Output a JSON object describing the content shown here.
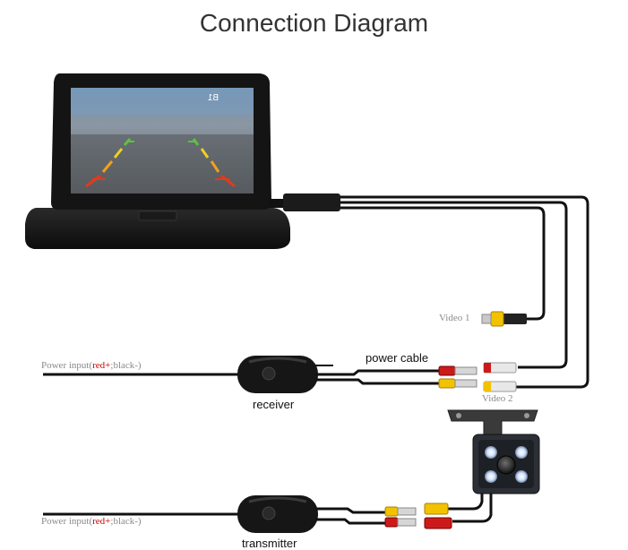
{
  "title": "Connection Diagram",
  "monitor": {
    "screen_overlay_text": "B1"
  },
  "labels": {
    "video1": "Video 1",
    "video2": "Video 2",
    "power_cable": "power cable",
    "receiver": "receiver",
    "transmitter": "transmitter",
    "power_input_receiver": {
      "prefix": "Power input(",
      "red": "red+",
      "rest": ";black-)"
    },
    "power_input_transmitter": {
      "prefix": "Power input(",
      "red": "red+",
      "rest": ";black-)"
    }
  },
  "colors": {
    "cable": "#111111",
    "rca_yellow": "#f2c200",
    "rca_red": "#cc1a1a",
    "rca_white": "#e8e8e8",
    "camera_led": "#dde8ff",
    "positive_text": "#d00000"
  }
}
